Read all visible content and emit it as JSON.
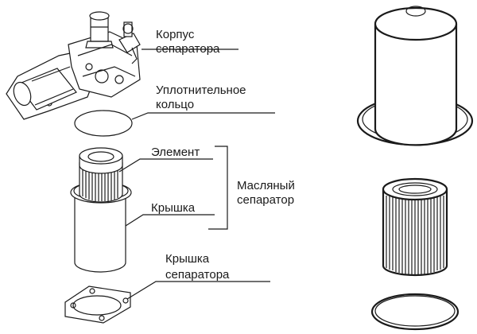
{
  "labels": {
    "separator_body": [
      "Корпус",
      "сепаратора"
    ],
    "seal_ring": [
      "Уплотнительное",
      "кольцо"
    ],
    "element": "Элемент",
    "cover": "Крышка",
    "oil_separator": [
      "Масляный",
      "сепаратор"
    ],
    "separator_cover": [
      "Крышка",
      "сепаратора"
    ]
  },
  "colors": {
    "ink": "#1a1a1a",
    "background": "#ffffff"
  }
}
